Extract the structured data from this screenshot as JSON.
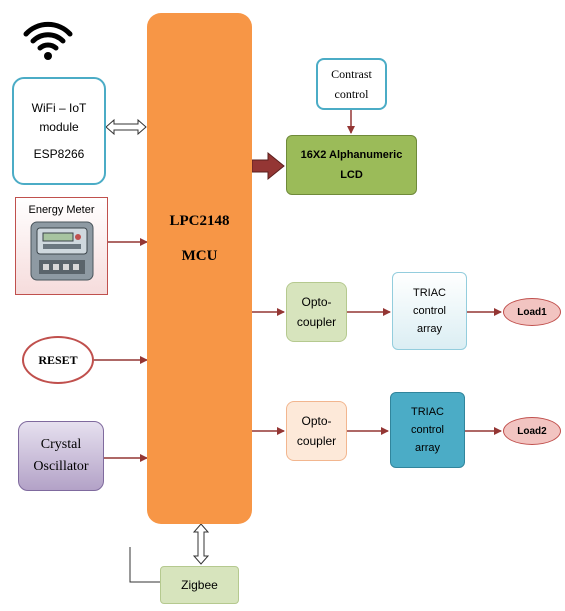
{
  "blocks": {
    "mcu": {
      "line1": "LPC2148",
      "line2": "MCU"
    },
    "wifi": {
      "line1": "WiFi – IoT",
      "line2": "module",
      "line3": "ESP8266"
    },
    "energy_meter": {
      "label": "Energy Meter"
    },
    "reset": {
      "label": "RESET"
    },
    "crystal": {
      "line1": "Crystal",
      "line2": "Oscillator"
    },
    "contrast": {
      "line1": "Contrast",
      "line2": "control"
    },
    "lcd": {
      "line1": "16X2 Alphanumeric",
      "line2": "LCD"
    },
    "opto1": {
      "line1": "Opto-",
      "line2": "coupler"
    },
    "triac1": {
      "line1": "TRIAC",
      "line2": "control",
      "line3": "array"
    },
    "load1": {
      "label": "Load1"
    },
    "opto2": {
      "line1": "Opto-",
      "line2": "coupler"
    },
    "triac2": {
      "line1": "TRIAC",
      "line2": "control",
      "line3": "array"
    },
    "load2": {
      "label": "Load2"
    },
    "zigbee": {
      "label": "Zigbee"
    }
  },
  "colors": {
    "mcu": "#f79646",
    "lcd": "#9bbb59",
    "arrow": "#943634",
    "wifi_border": "#4bacc6",
    "reset_border": "#c0504d",
    "crystal_fill": "#b3a2c7",
    "triac2_fill": "#4bacc6",
    "load_fill": "#f2c4c1",
    "zigbee_fill": "#d7e4bd"
  },
  "icons": {
    "wifi": "wifi-icon",
    "meter": "energy-meter-icon"
  }
}
